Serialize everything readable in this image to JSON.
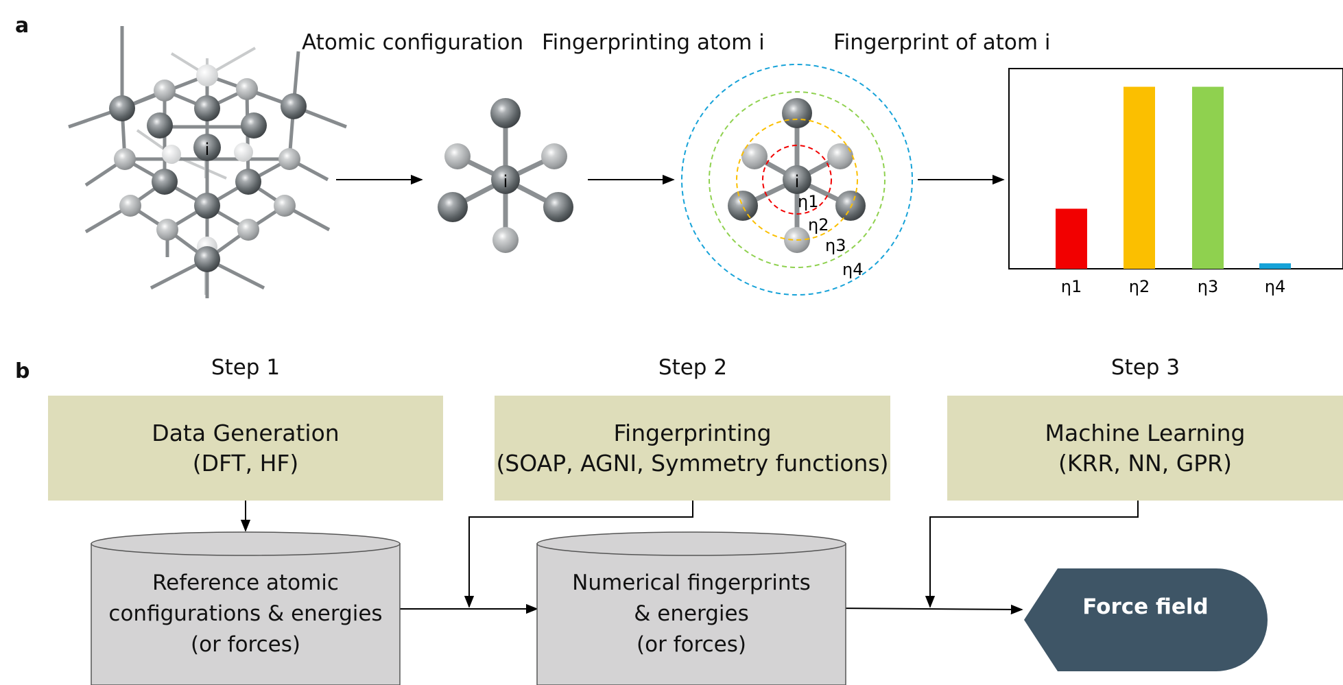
{
  "panel_a": {
    "label": "a",
    "titles": {
      "configuration": "Atomic configuration",
      "fingerprinting": "Fingerprinting atom i",
      "fingerprint": "Fingerprint of atom i"
    },
    "atom_label": "i",
    "shell_labels": [
      "η1",
      "η2",
      "η3",
      "η4"
    ]
  },
  "panel_b": {
    "label": "b",
    "steps": [
      {
        "step": "Step 1",
        "line1": "Data Generation",
        "line2": "(DFT, HF)"
      },
      {
        "step": "Step 2",
        "line1": "Fingerprinting",
        "line2": "(SOAP, AGNI, Symmetry functions)"
      },
      {
        "step": "Step 3",
        "line1": "Machine Learning",
        "line2": "(KRR, NN, GPR)"
      }
    ],
    "databases": [
      {
        "lines": [
          "Reference atomic",
          "configurations & energies",
          "(or forces)"
        ]
      },
      {
        "lines": [
          "Numerical fingerprints",
          "& energies",
          "(or forces)"
        ]
      }
    ],
    "output": "Force field"
  },
  "colors": {
    "box_fill": "#deddba",
    "cylinder_fill": "#d4d3d4",
    "force_field_fill": "#3e5566",
    "eta1": "#f20000",
    "eta2": "#fbbf00",
    "eta3": "#8fd14f",
    "eta4": "#16a2d8"
  },
  "chart_data": {
    "type": "bar",
    "categories": [
      "η1",
      "η2",
      "η3",
      "η4"
    ],
    "values": [
      0.33,
      1.0,
      1.0,
      0.03
    ],
    "colors": [
      "#f20000",
      "#fbbf00",
      "#8fd14f",
      "#16a2d8"
    ],
    "title": "Fingerprint of atom i",
    "xlabel": "",
    "ylabel": "",
    "ylim": [
      0,
      1.1
    ],
    "grid": false
  }
}
